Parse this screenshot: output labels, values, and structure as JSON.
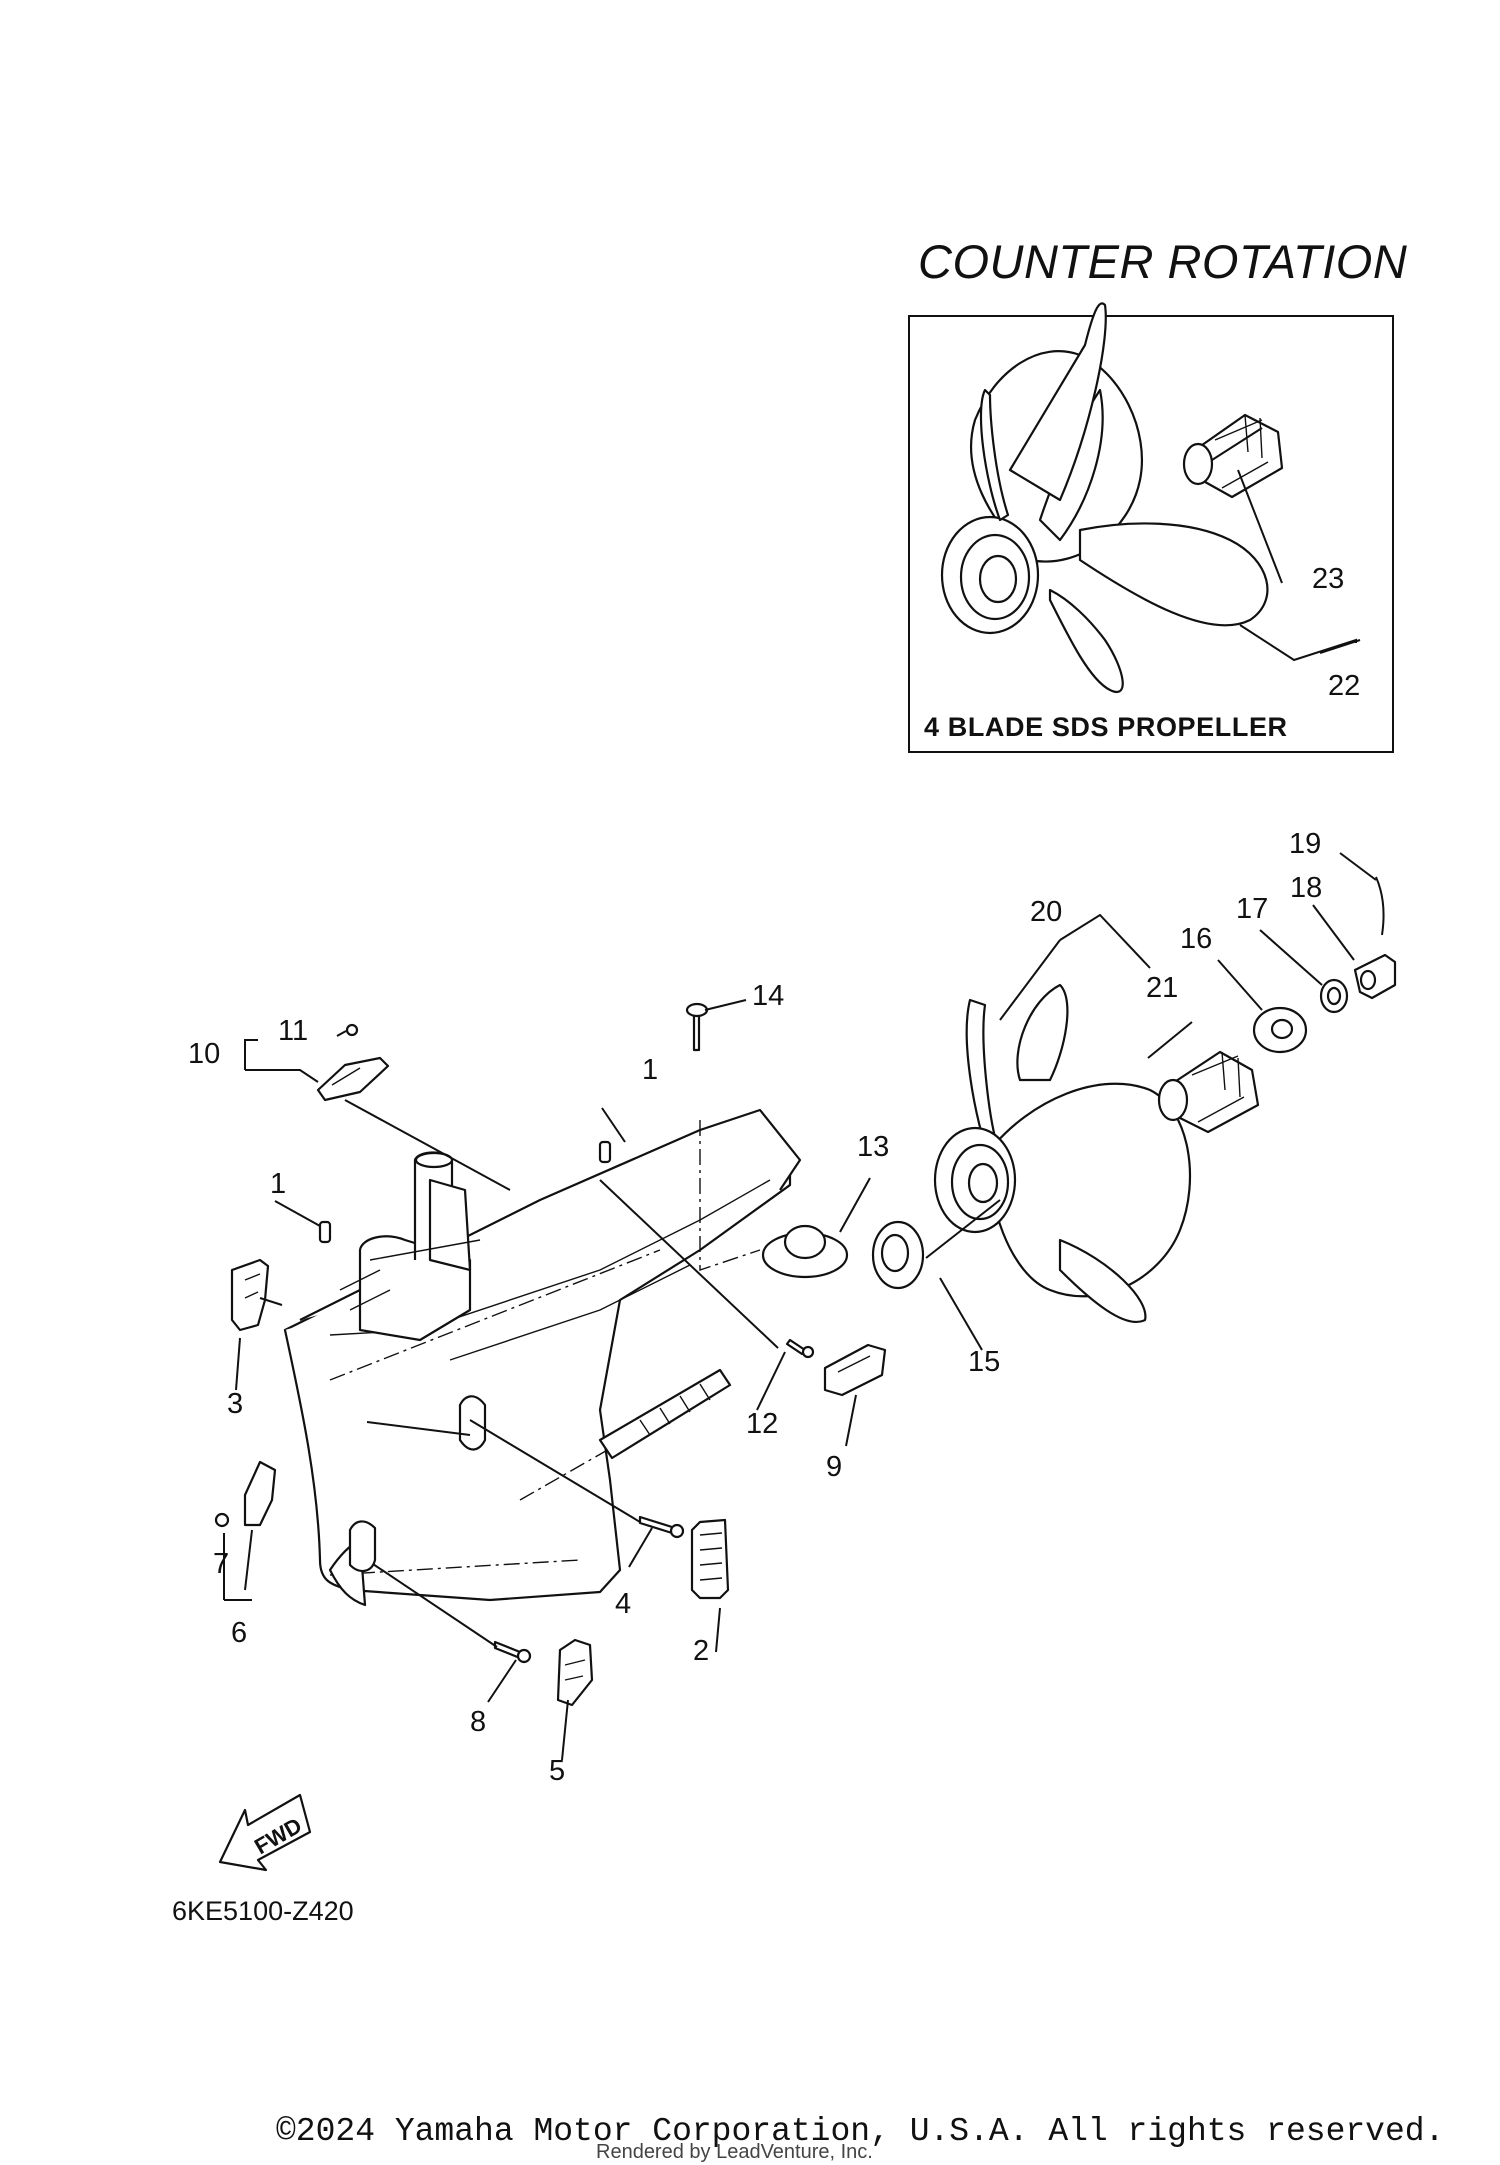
{
  "title": "COUNTER ROTATION",
  "inset": {
    "caption": "4 BLADE SDS PROPELLER",
    "callouts": [
      "22",
      "23"
    ]
  },
  "callouts": [
    "1",
    "1",
    "2",
    "3",
    "4",
    "5",
    "6",
    "7",
    "8",
    "9",
    "10",
    "11",
    "12",
    "13",
    "14",
    "15",
    "16",
    "17",
    "18",
    "19",
    "20",
    "21"
  ],
  "fwd_label": "FWD",
  "diagram_code": "6KE5100-Z420",
  "copyright": "©2024 Yamaha Motor Corporation, U.S.A. All rights reserved.",
  "render_note": "Rendered by LeadVenture, Inc."
}
